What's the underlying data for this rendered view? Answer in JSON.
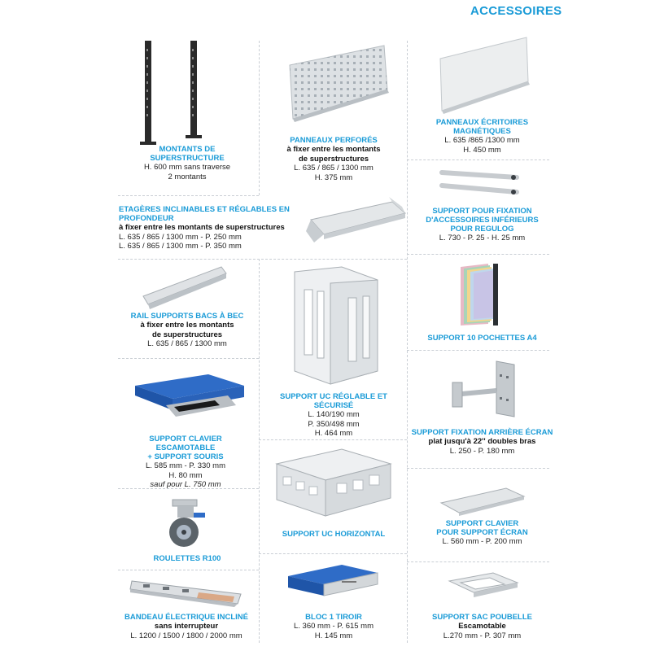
{
  "header": {
    "title": "ACCESSOIRES",
    "accent": "#1a9bd7"
  },
  "products": {
    "montants": {
      "title_1": "MONTANTS DE",
      "title_2": "SUPERSTRUCTURE",
      "lines": [
        "H. 600 mm sans traverse",
        "2 montants"
      ]
    },
    "panneaux_perfores": {
      "title": "PANNEAUX PERFORÉS",
      "sub_1": "à fixer entre les montants",
      "sub_2": "de superstructures",
      "lines": [
        "L. 635 / 865 / 1300 mm",
        "H. 375 mm"
      ]
    },
    "panneaux_ecritoires": {
      "title_1": "PANNEAUX ÉCRITOIRES",
      "title_2": "MAGNÉTIQUES",
      "lines": [
        "L. 635 /865 /1300 mm",
        "H. 450 mm"
      ]
    },
    "etageres": {
      "title": "ETAGÈRES INCLINABLES ET RÉGLABLES EN PROFONDEUR",
      "sub": "à fixer entre les montants de superstructures",
      "lines": [
        "L. 635 / 865 / 1300 mm - P. 250 mm",
        "L. 635 / 865 / 1300 mm - P. 350 mm"
      ]
    },
    "support_fixation_inf": {
      "title_1": "SUPPORT POUR FIXATION",
      "title_2": "D'ACCESSOIRES INFÉRIEURS",
      "title_3": "POUR REGULOG",
      "lines": [
        "L. 730 - P. 25 - H. 25 mm"
      ]
    },
    "rail": {
      "title": "RAIL SUPPORTS BACS À BEC",
      "sub_1": "à fixer entre les montants",
      "sub_2": "de superstructures",
      "lines": [
        "L. 635 / 865 / 1300 mm"
      ]
    },
    "support_uc": {
      "title": "SUPPORT UC RÉGLABLE ET SÉCURISÉ",
      "lines": [
        "L. 140/190 mm",
        "P. 350/498 mm",
        "H. 464 mm"
      ]
    },
    "pochettes": {
      "title": "SUPPORT 10 POCHETTES A4"
    },
    "clavier": {
      "title_1": "SUPPORT CLAVIER ESCAMOTABLE",
      "title_2": "+ SUPPORT SOURIS",
      "lines": [
        "L. 585 mm - P. 330 mm",
        "H. 80 mm"
      ],
      "note": "sauf pour L. 750 mm"
    },
    "fixation_ecran": {
      "title": "SUPPORT FIXATION ARRIÈRE ÉCRAN",
      "sub": "plat jusqu'à 22'' doubles bras",
      "lines": [
        "L. 250 - P. 180 mm"
      ]
    },
    "uc_horizontal": {
      "title": "SUPPORT UC HORIZONTAL"
    },
    "clavier_ecran": {
      "title_1": "SUPPORT CLAVIER",
      "title_2": "POUR SUPPORT ÉCRAN",
      "lines": [
        "L. 560 mm - P. 200 mm"
      ]
    },
    "roulettes": {
      "title": "ROULETTES R100"
    },
    "bandeau": {
      "title": "BANDEAU ÉLECTRIQUE INCLINÉ",
      "sub": "sans interrupteur",
      "lines": [
        "L. 1200 / 1500 / 1800 / 2000 mm"
      ]
    },
    "bloc": {
      "title": "BLOC 1 TIROIR",
      "lines": [
        "L. 360 mm - P. 615 mm",
        "H. 145 mm"
      ]
    },
    "poubelle": {
      "title": "SUPPORT SAC POUBELLE",
      "sub": "Escamotable",
      "lines": [
        "L.270 mm - P. 307 mm"
      ]
    }
  }
}
